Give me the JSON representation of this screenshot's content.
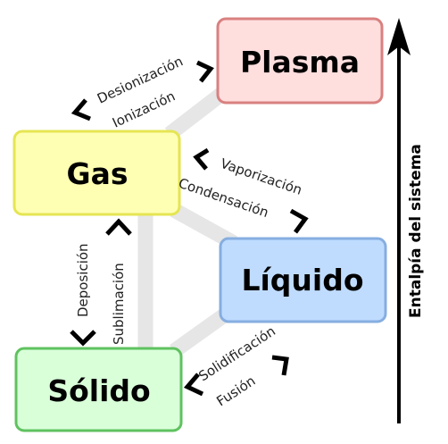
{
  "states": {
    "plasma": {
      "label": "Plasma",
      "fill": "#ffdede",
      "stroke": "#d98080"
    },
    "gas": {
      "label": "Gas",
      "fill": "#ffffb3",
      "stroke": "#e5e553"
    },
    "liquido": {
      "label": "Líquido",
      "fill": "#bfdcff",
      "stroke": "#86aee0"
    },
    "solido": {
      "label": "Sólido",
      "fill": "#d9ffd9",
      "stroke": "#5fc25f"
    }
  },
  "transitions": {
    "desionizacion": "Desionización",
    "ionizacion": "Ionización",
    "vaporizacion": "Vaporización",
    "condensacion": "Condensación",
    "deposicion": "Deposición",
    "sublimacion": "Sublimación",
    "solidificacion": "Solidificación",
    "fusion": "Fusión"
  },
  "axis": {
    "label": "Entalpía del sistema"
  },
  "colors": {
    "connector": "#e6e6e6",
    "arrow": "#000000"
  }
}
